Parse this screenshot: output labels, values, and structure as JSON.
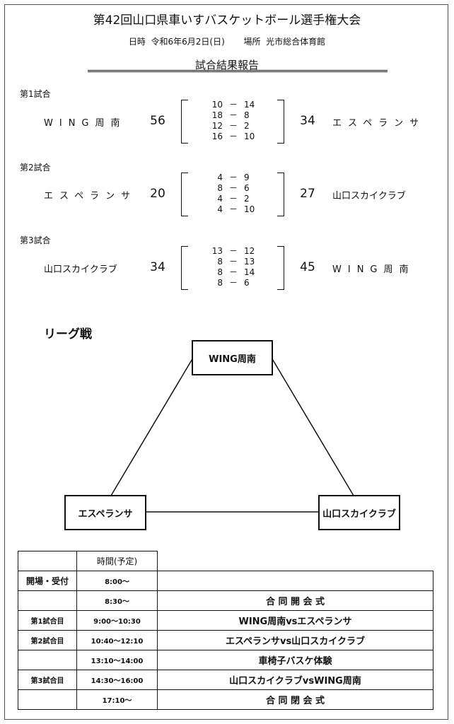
{
  "header": {
    "title": "第42回山口県車いすバスケットボール選手権大会",
    "date_label": "日時",
    "date_value": "令和6年6月2日(日)",
    "place_label": "場所",
    "place_value": "光市総合体育館",
    "report_title": "試合結果報告"
  },
  "games": [
    {
      "label": "第1試合",
      "left_team": "WING周南",
      "left_score": "56",
      "right_team": "エスペランサ",
      "right_score": "34",
      "periods": [
        [
          "10",
          "14"
        ],
        [
          "18",
          "8"
        ],
        [
          "12",
          "2"
        ],
        [
          "16",
          "10"
        ]
      ]
    },
    {
      "label": "第2試合",
      "left_team": "エスペランサ",
      "left_score": "20",
      "right_team": "山口スカイクラブ",
      "right_score": "27",
      "periods": [
        [
          "4",
          "9"
        ],
        [
          "8",
          "6"
        ],
        [
          "4",
          "2"
        ],
        [
          "4",
          "10"
        ]
      ]
    },
    {
      "label": "第3試合",
      "left_team": "山口スカイクラブ",
      "left_score": "34",
      "right_team": "WING周南",
      "right_score": "45",
      "periods": [
        [
          "13",
          "12"
        ],
        [
          "8",
          "13"
        ],
        [
          "8",
          "14"
        ],
        [
          "8",
          "6"
        ]
      ]
    }
  ],
  "period_dash": "－",
  "league": {
    "title": "リーグ戦",
    "top": "WING周南",
    "left": "エスペランサ",
    "right": "山口スカイクラブ"
  },
  "schedule": {
    "time_header": "時間(予定)",
    "rows": [
      {
        "label": "開場・受付",
        "time": "8:00～",
        "event": ""
      },
      {
        "label": "",
        "time": "8:30～",
        "event": "合 同 開 会 式"
      },
      {
        "label": "第1試合目",
        "time": "9:00～10:30",
        "event": "WING周南vsエスペランサ"
      },
      {
        "label": "第2試合目",
        "time": "10:40～12:10",
        "event": "エスペランサvs山口スカイクラブ"
      },
      {
        "label": "",
        "time": "13:10～14:00",
        "event": "車椅子バスケ体験"
      },
      {
        "label": "第3試合目",
        "time": "14:30～16:00",
        "event": "山口スカイクラブvsWING周南"
      },
      {
        "label": "",
        "time": "17:10～",
        "event": "合 同 閉 会 式"
      }
    ]
  }
}
